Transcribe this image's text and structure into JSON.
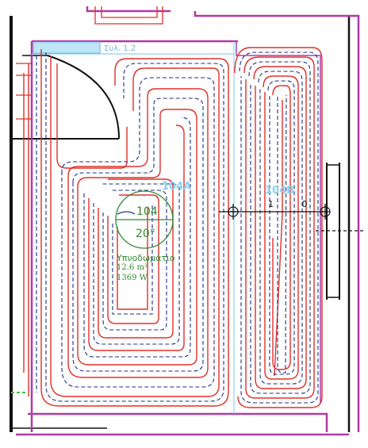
{
  "plan": {
    "collector_label": "Συλ. 1.2",
    "zones": [
      {
        "id": "104A"
      },
      {
        "id": "104B"
      }
    ],
    "room": {
      "number": "104",
      "temperature": "20°",
      "name": "Υπνοδωμάτιο",
      "area": "12.6 m²",
      "power": "1369 W"
    },
    "dimension_text": "1 0"
  },
  "colors": {
    "heating_pipe": "#e0302a",
    "dashed_contour": "#1c2f8a",
    "wall_accent": "#b03aa6",
    "room_tag": "#2e8b2e",
    "zone_label": "#8fd0ee"
  }
}
